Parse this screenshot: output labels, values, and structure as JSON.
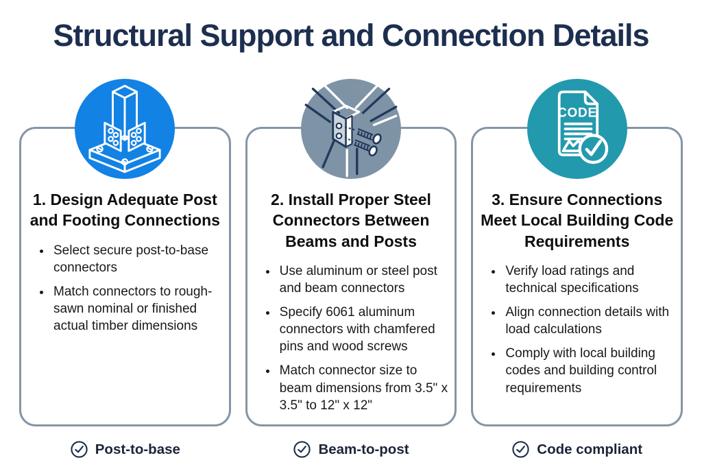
{
  "title": "Structural Support and Connection Details",
  "colors": {
    "title_color": "#1d2f4f",
    "card_border": "#8595a5",
    "icon1_bg": "#1282e4",
    "icon2_bg": "#7f93a6",
    "icon3_bg": "#2399ad",
    "check_color": "#1d2f4f"
  },
  "cards": [
    {
      "icon": "post-base-icon",
      "heading": "1. Design Adequate Post and Footing Connections",
      "bullets": [
        "Select secure post-to-base connectors",
        "Match connectors to rough-sawn nominal or finished actual timber dimensions"
      ],
      "footer": "Post-to-base"
    },
    {
      "icon": "beam-post-connector-icon",
      "heading": "2. Install Proper Steel Connectors Between Beams and Posts",
      "bullets": [
        "Use aluminum or steel post and beam connectors",
        "Specify 6061 aluminum connectors with chamfered pins and wood screws",
        "Match connector size to beam dimensions from 3.5\" x 3.5\" to 12\" x 12\""
      ],
      "footer": "Beam-to-post"
    },
    {
      "icon": "code-document-icon",
      "heading": "3. Ensure Connections Meet Local Building Code Requirements",
      "bullets": [
        "Verify load ratings and technical specifications",
        "Align connection details with load calculations",
        "Comply with local building codes and building control requirements"
      ],
      "footer": "Code compliant"
    }
  ],
  "icon_code_label": "CODE"
}
